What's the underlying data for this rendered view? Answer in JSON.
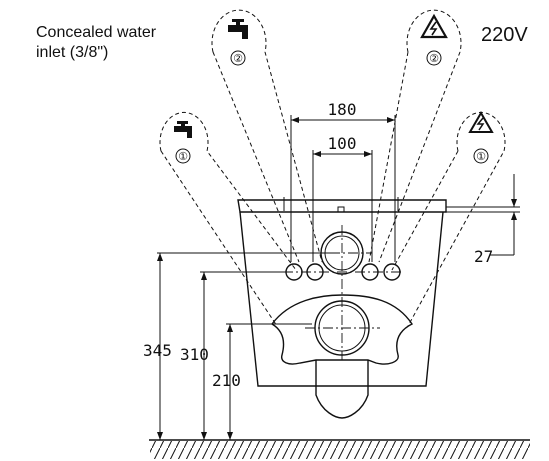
{
  "labels": {
    "water_inlet_line1": "Concealed water",
    "water_inlet_line2": "inlet (3/8\")",
    "voltage": "220V"
  },
  "callouts": {
    "tap_top_num": "②",
    "tap_bottom_num": "①",
    "power_top_num": "②",
    "power_bottom_num": "①"
  },
  "dimensions": {
    "d180": "180",
    "d100": "100",
    "d27": "27",
    "d345": "345",
    "d310": "310",
    "d210": "210"
  },
  "icons": {
    "tap": "water-tap-icon",
    "power": "high-voltage-warning-icon"
  }
}
